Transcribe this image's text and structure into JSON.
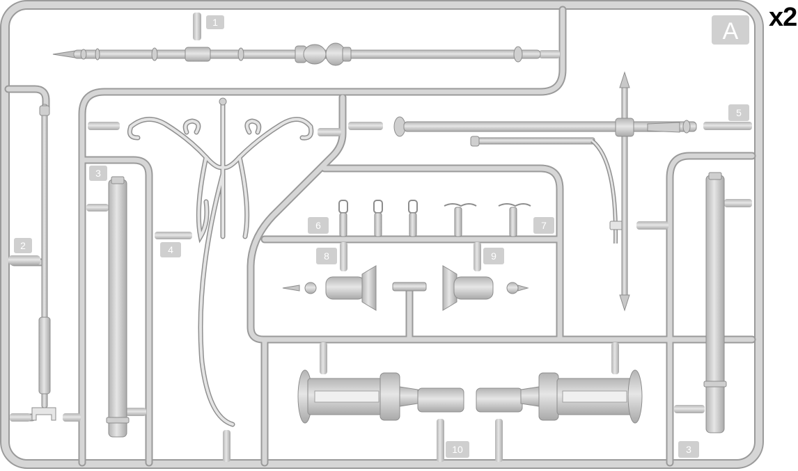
{
  "sprue": {
    "letter": "A",
    "multiplier": "x2",
    "part_numbers": [
      "1",
      "2",
      "3",
      "4",
      "5",
      "6",
      "7",
      "8",
      "9",
      "10",
      "3"
    ]
  },
  "colors": {
    "plastic": "#d4d4d4",
    "plastic_dark": "#9c9c9c",
    "plastic_light": "#e9e9e9",
    "tag": "#cfcfcf"
  }
}
